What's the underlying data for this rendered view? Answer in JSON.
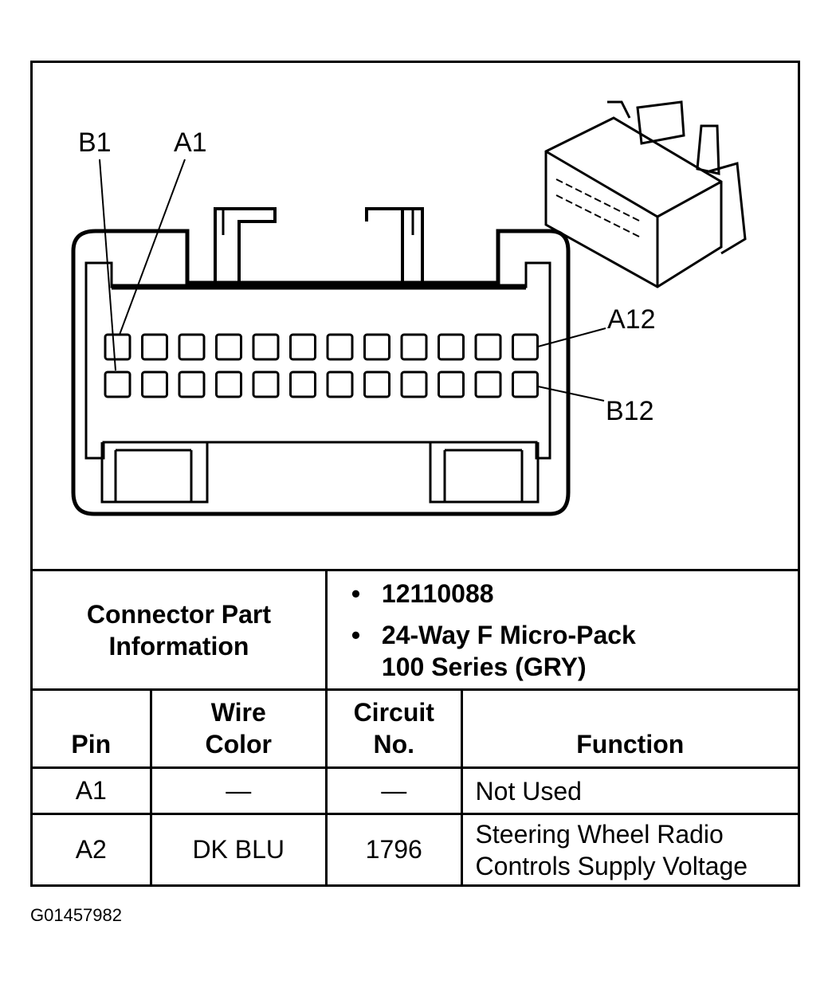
{
  "diagram": {
    "pin_labels": {
      "b1": "B1",
      "a1": "A1",
      "a12": "A12",
      "b12": "B12"
    }
  },
  "connector_info": {
    "label": "Connector Part\nInformation",
    "part_number": "12110088",
    "description_line1": "24-Way F Micro-Pack",
    "description_line2": "100 Series (GRY)"
  },
  "table": {
    "headers": {
      "pin": "Pin",
      "wire_color": "Wire\nColor",
      "circuit_no": "Circuit\nNo.",
      "function": "Function"
    },
    "rows": [
      {
        "pin": "A1",
        "wire_color": "—",
        "circuit_no": "—",
        "function": "Not Used"
      },
      {
        "pin": "A2",
        "wire_color": "DK BLU",
        "circuit_no": "1796",
        "function": "Steering Wheel Radio\nControls Supply Voltage"
      }
    ]
  },
  "footer": {
    "figure_id": "G01457982"
  }
}
